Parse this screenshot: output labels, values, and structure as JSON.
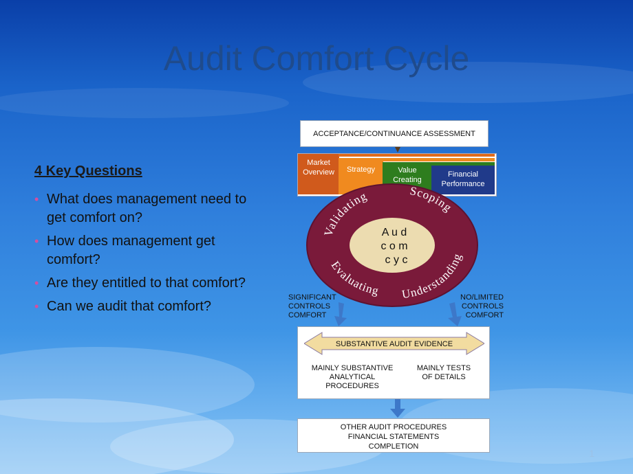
{
  "title": "Audit Comfort Cycle",
  "key_questions": {
    "heading": "4 Key Questions",
    "items": [
      "What does management need to get comfort on?",
      "How does management get comfort?",
      "Are they entitled to that comfort?",
      "Can we audit that comfort?"
    ]
  },
  "diagram": {
    "top_box": "ACCEPTANCE/CONTINUANCE ASSESSMENT",
    "tiles": {
      "market": "Market Overview",
      "strategy": "Strategy",
      "value": "Value Creating",
      "financial": "Financial Performance"
    },
    "ring_words": {
      "validating": "Validating",
      "scoping": "Scoping",
      "understanding": "Understanding",
      "evaluating": "Evaluating"
    },
    "center_lines": [
      "A  u  d",
      "c  o  m",
      "c  y  c"
    ],
    "left_label": [
      "SIGNIFICANT",
      "CONTROLS",
      "COMFORT"
    ],
    "right_label": [
      "NO/LIMITED",
      "CONTROLS",
      "COMFORT"
    ],
    "evidence_arrow": "SUBSTANTIVE AUDIT EVIDENCE",
    "mainly_substantive": [
      "MAINLY SUBSTANTIVE",
      "ANALYTICAL",
      "PROCEDURES"
    ],
    "mainly_tests": [
      "MAINLY TESTS",
      "OF DETAILS"
    ],
    "bottom_box": [
      "OTHER AUDIT PROCEDURES",
      "FINANCIAL STATEMENTS",
      "COMPLETION"
    ]
  },
  "page_number": "1",
  "colors": {
    "title": "#1f4b8c",
    "market": "#d05a1c",
    "strategy": "#f08a1f",
    "value": "#2e7d1e",
    "financial": "#203a8a",
    "ring": "#7a1a3a",
    "center": "#ecdcb0",
    "arrow_fill": "#f2dca0"
  }
}
